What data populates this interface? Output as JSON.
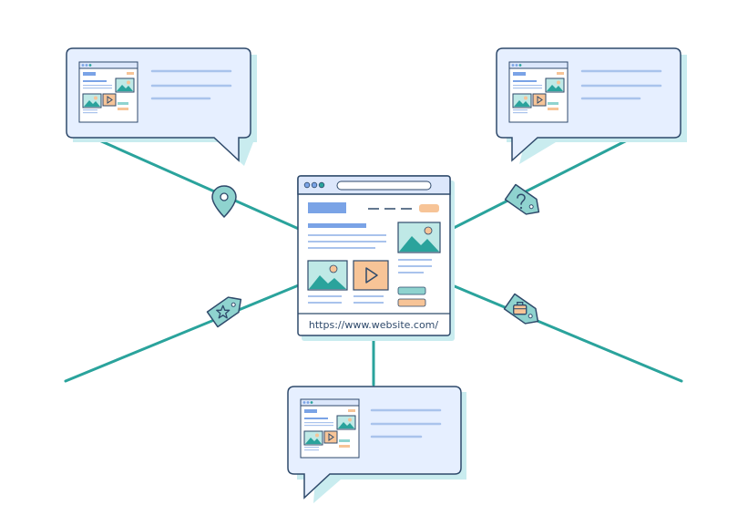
{
  "diagram": {
    "url": "https://www.website.com/",
    "center": {
      "kind": "browser-window",
      "icon_names": [
        "image-icon",
        "play-icon"
      ]
    },
    "callouts": [
      "top-left",
      "top-right",
      "bottom"
    ],
    "tags": [
      {
        "icon": "location-pin-icon"
      },
      {
        "icon": "question-mark-icon"
      },
      {
        "icon": "star-icon"
      },
      {
        "icon": "briefcase-icon"
      }
    ],
    "colors": {
      "connector": "#2aa39c",
      "outline": "#2f4a6b",
      "panel": "#e6efff",
      "window_bar": "#dce7fb",
      "text_line": "#a9c3ec",
      "accent_blue": "#7aa3e6",
      "accent_teal": "#8fd3cf",
      "accent_orange": "#f7c497",
      "shadow": "#c9ecef"
    }
  }
}
